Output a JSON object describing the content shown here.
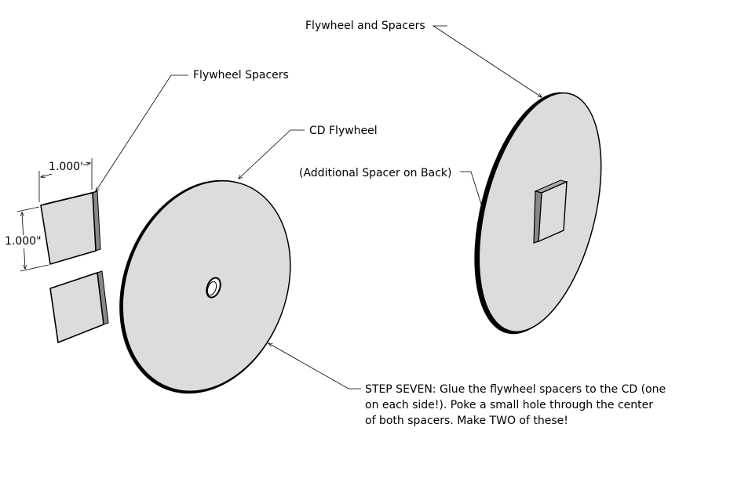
{
  "labels": {
    "flywheel_spacers": "Flywheel Spacers",
    "cd_flywheel": "CD Flywheel",
    "flywheel_and_spacers": "Flywheel and Spacers",
    "additional_spacer": "(Additional Spacer on Back)",
    "dim_width": "1.000'",
    "dim_height": "1.000\""
  },
  "step": {
    "line1": "STEP SEVEN: Glue the flywheel spacers to the CD (one",
    "line2": "on each side!).  Poke a small hole through the center",
    "line3": "of both spacers.  Make TWO of these!"
  },
  "colors": {
    "fill": "#dcdcdc",
    "edge": "#000000",
    "side": "#a8a8a8"
  }
}
